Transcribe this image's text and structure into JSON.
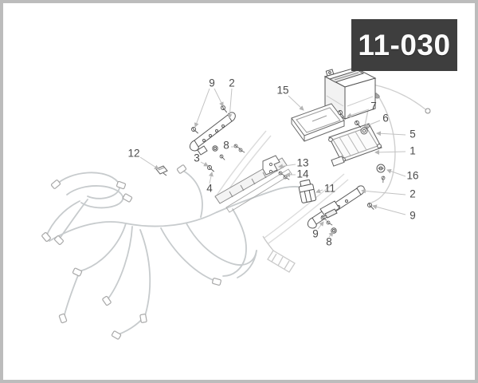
{
  "page_code": {
    "label": "11-030"
  },
  "callouts": [
    {
      "label": "9"
    },
    {
      "label": "2"
    },
    {
      "label": "15"
    },
    {
      "label": "7"
    },
    {
      "label": "6"
    },
    {
      "label": "5"
    },
    {
      "label": "1"
    },
    {
      "label": "12"
    },
    {
      "label": "8"
    },
    {
      "label": "3"
    },
    {
      "label": "13"
    },
    {
      "label": "14"
    },
    {
      "label": "4"
    },
    {
      "label": "16"
    },
    {
      "label": "11"
    },
    {
      "label": "2"
    },
    {
      "label": "9"
    },
    {
      "label": "9"
    },
    {
      "label": "8"
    }
  ]
}
